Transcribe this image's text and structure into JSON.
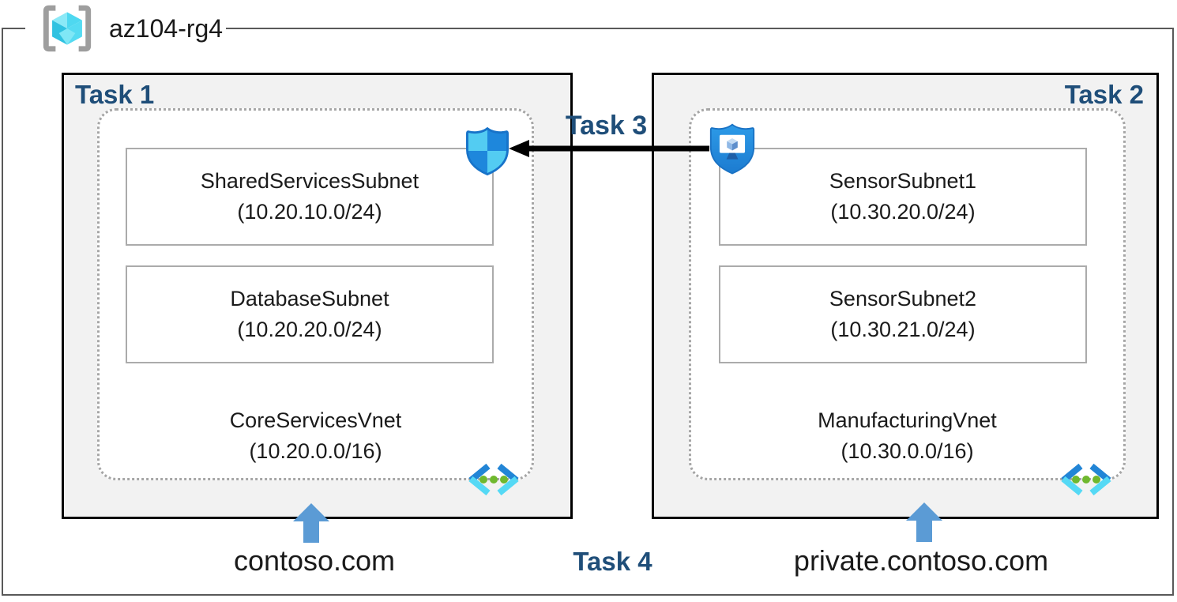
{
  "resource_group": {
    "name": "az104-rg4",
    "icon": "resource-group-icon"
  },
  "task_labels": {
    "t1": "Task 1",
    "t2": "Task 2",
    "t3": "Task 3",
    "t4": "Task 4"
  },
  "vnets": {
    "left": {
      "name": "CoreServicesVnet",
      "cidr": "(10.20.0.0/16)",
      "dns": "contoso.com",
      "icon": "virtual-network-icon",
      "subnets": [
        {
          "name": "SharedServicesSubnet",
          "cidr": "(10.20.10.0/24)"
        },
        {
          "name": "DatabaseSubnet",
          "cidr": "(10.20.20.0/24)"
        }
      ]
    },
    "right": {
      "name": "ManufacturingVnet",
      "cidr": "(10.30.0.0/16)",
      "dns": "private.contoso.com",
      "icon": "virtual-network-icon",
      "subnets": [
        {
          "name": "SensorSubnet1",
          "cidr": "(10.30.20.0/24)"
        },
        {
          "name": "SensorSubnet2",
          "cidr": "(10.30.21.0/24)"
        }
      ]
    }
  },
  "icons": {
    "resource_group": "resource-group-icon",
    "network_security_group": "nsg-shield-icon",
    "bastion": "bastion-shield-icon",
    "virtual_network": "virtual-network-icon",
    "peering_arrow": "arrow-left-icon",
    "dns_arrow": "arrow-up-icon"
  },
  "colors": {
    "task_label": "#1F4E79",
    "box_fill": "#F2F2F2",
    "box_border": "#000000",
    "dotted_border": "#A6A6A6",
    "subnet_border": "#ABABAB",
    "frame_border": "#595959",
    "dns_arrow_blue": "#5B9BD5",
    "azure_blue_dark": "#2285D6",
    "azure_cyan_light": "#55D9F5",
    "vnet_dot_green": "#6FB82E"
  }
}
